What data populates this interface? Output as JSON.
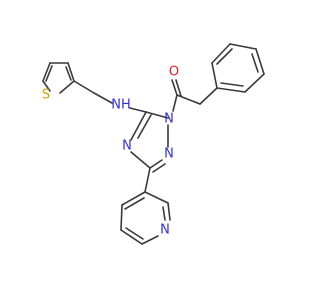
{
  "atom_labels": {
    "sulfur": "S",
    "amine": "NH",
    "oxygen": "O",
    "triazole_n1": "N",
    "triazole_n2": "N",
    "triazole_n4": "N",
    "pyridine_n": "N"
  },
  "colors": {
    "carbon_bond": "#3a3a3a",
    "nitrogen": "#3030e0",
    "oxygen": "#e02020",
    "sulfur": "#c8a800",
    "background": "#ffffff"
  }
}
